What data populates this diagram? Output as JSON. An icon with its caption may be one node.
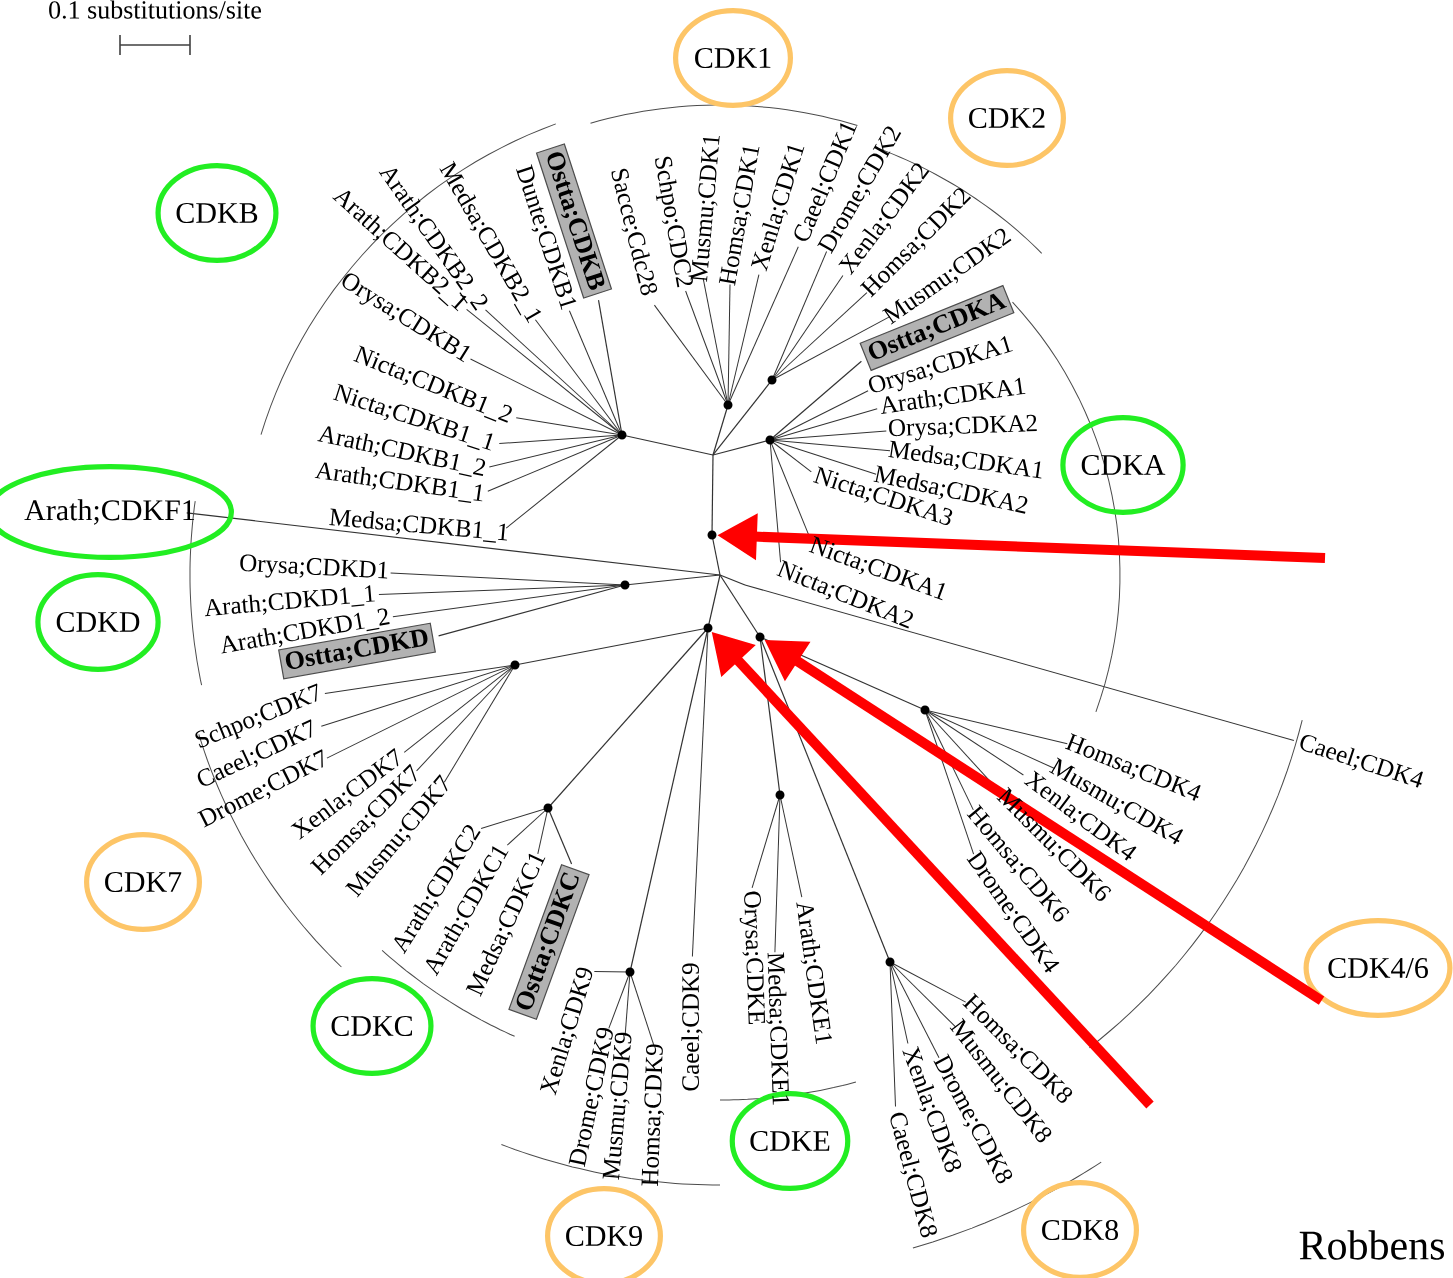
{
  "diagram": {
    "nodes": [
      {
        "text": [
          "CDK1"
        ]
      },
      {
        "text": [
          "CDK2"
        ]
      },
      {
        "text": [
          "Ostta;CDKB"
        ]
      },
      {
        "text": [
          "CDKB"
        ]
      },
      {
        "text": [
          "Ostta;CDKA"
        ]
      },
      {
        "text": [
          "CDKA"
        ]
      },
      {
        "text": [
          "Arath;CDKF1"
        ]
      },
      {
        "text": [],
        "shape": "circle"
      },
      {
        "text": [
          "CDKD"
        ]
      },
      {
        "text": [],
        "shape": "circle"
      },
      {
        "text": [],
        "shape": "circle"
      },
      {
        "text": [
          "Ostta;CDKD"
        ]
      },
      {
        "text": [
          "CDK7"
        ]
      },
      {
        "text": [
          "Ostta;CDKC"
        ]
      },
      {
        "text": [
          "CDK4/6"
        ]
      },
      {
        "text": [
          "CDKC"
        ]
      },
      {
        "text": [
          "CDKE"
        ]
      },
      {
        "text": [
          "CDK8"
        ]
      },
      {
        "text": [
          "CDK9"
        ]
      }
    ],
    "edges": [
      {
        "from": null,
        "to": 7,
        "arrow": "to"
      },
      {
        "from": null,
        "to": 9,
        "arrow": "to"
      },
      {
        "from": 14,
        "to": 10,
        "arrow": "to"
      }
    ],
    "labels": [
      "0.1 substitutions/site",
      "Dunte;CDKB1",
      "Medsa;CDKB2_1",
      "Arath;CDKB2_2",
      "Arath;CDKB2_1",
      "Orysa;CDKB1",
      "Nicta;CDKB1_2",
      "Nicta;CDKB1_1",
      "Arath;CDKB1_2",
      "Arath;CDKB1_1",
      "Medsa;CDKB1_1",
      "Sacce;Cdc28",
      "Schpo;CDC2",
      "Musmu;CDK1",
      "Homsa;CDK1",
      "Xenla;CDK1",
      "Caeel;CDK1",
      "Drome;CDK2",
      "Xenla;CDK2",
      "Homsa;CDK2",
      "Musmu;CDK2",
      "Orysa;CDKA1",
      "Arath;CDKA1",
      "Orysa;CDKA2",
      "Medsa;CDKA1",
      "Medsa;CDKA2",
      "Nicta;CDKA3",
      "Nicta;CDKA1",
      "Nicta;CDKA2",
      "Orysa;CDKD1",
      "Arath;CDKD1_1",
      "Arath;CDKD1_2",
      "Schpo;CDK7",
      "Caeel;CDK7",
      "Drome;CDK7",
      "Xenla;CDK7",
      "Homsa;CDK7",
      "Musmu;CDK7",
      "Arath;CDKC2",
      "Arath;CDKC1",
      "Medsa;CDKC1",
      "Xenla;CDK9",
      "Drome;CDK9",
      "Musmu;CDK9",
      "Homsa;CDK9",
      "Caeel;CDK9",
      "Orysa;CDKE",
      "Medsa;CDKE1",
      "Arath;CDKE1",
      "Caeel;CDK8",
      "Xenla;CDK8",
      "Drome;CDK8",
      "Musmu;CDK8",
      "Homsa;CDK8",
      "Homsa;CDK4",
      "Musmu;CDK4",
      "Xenla;CDK4",
      "Musmu;CDK6",
      "Homsa;CDK6",
      "Drome;CDK4",
      "Caeel;CDK4",
      "Robbens"
    ]
  }
}
